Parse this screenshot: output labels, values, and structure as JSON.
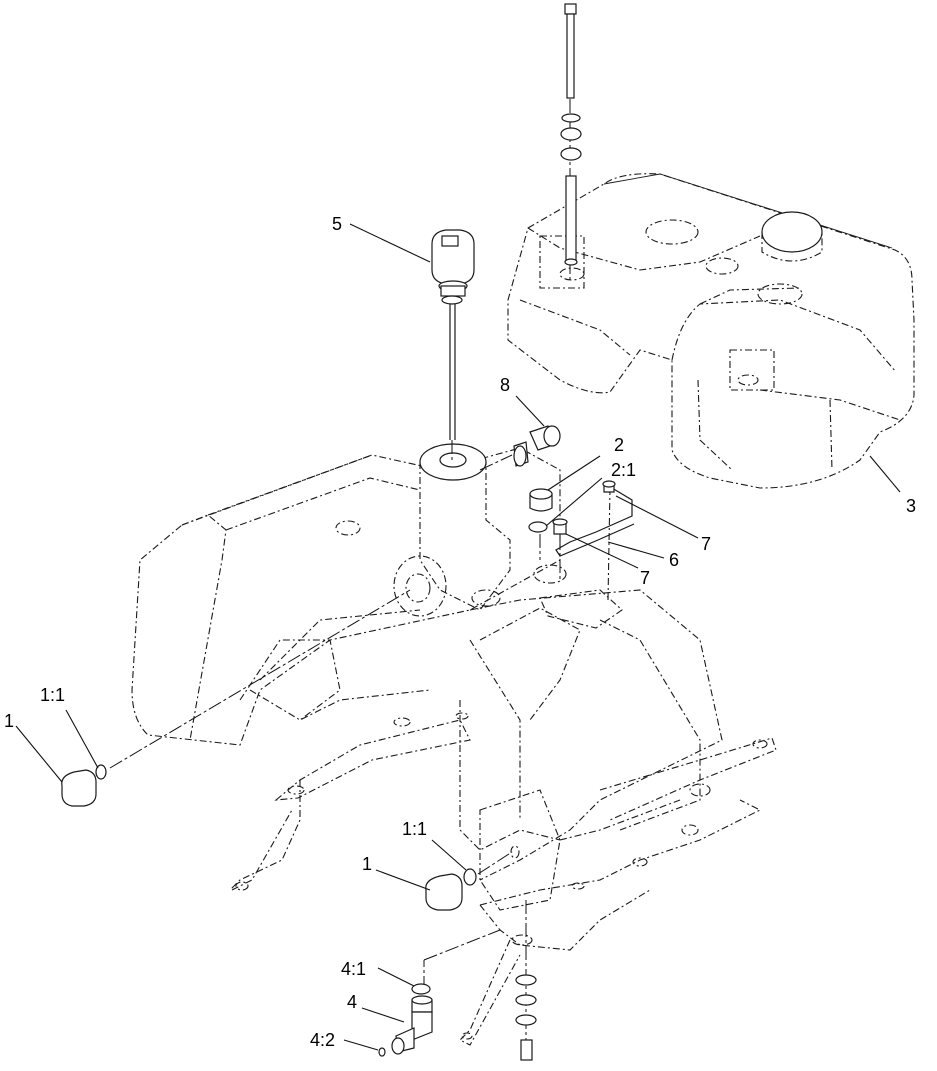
{
  "callouts": {
    "c1_left": "1",
    "c1_1_left": "1:1",
    "c1_mid": "1",
    "c1_1_mid": "1:1",
    "c2": "2",
    "c2_1": "2:1",
    "c3": "3",
    "c4": "4",
    "c4_1": "4:1",
    "c4_2": "4:2",
    "c5": "5",
    "c6": "6",
    "c7_upper": "7",
    "c7_lower": "7",
    "c8": "8"
  }
}
